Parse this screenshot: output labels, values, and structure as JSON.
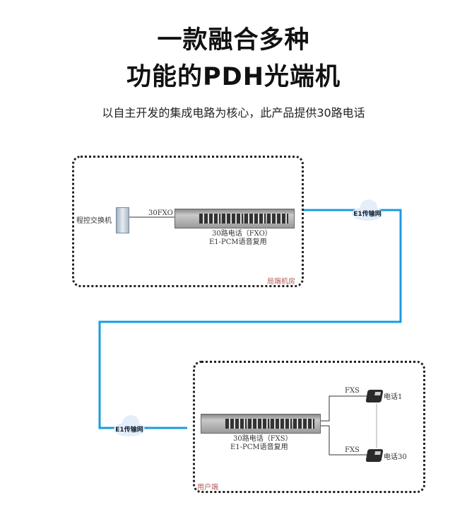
{
  "title_line1": "一款融合多种",
  "title_line2": "功能的PDH光端机",
  "subtitle": "以自主开发的集成电路为核心，此产品提供30路电话",
  "top_site": {
    "exchange": "程控交换机",
    "link": "30FXO",
    "device_line1": "30路电话（FXO）",
    "device_line2": "E1-PCM语音复用",
    "room": "局端机房"
  },
  "network_label": "E1传输网",
  "bottom_site": {
    "device_line1": "30路电话（FXS）",
    "device_line2": "E1-PCM语音复用",
    "fxs1": "FXS",
    "fxs2": "FXS",
    "phone1": "电话1",
    "phone30": "电话30",
    "room": "用户端"
  },
  "colors": {
    "link": "#1a9be0"
  }
}
